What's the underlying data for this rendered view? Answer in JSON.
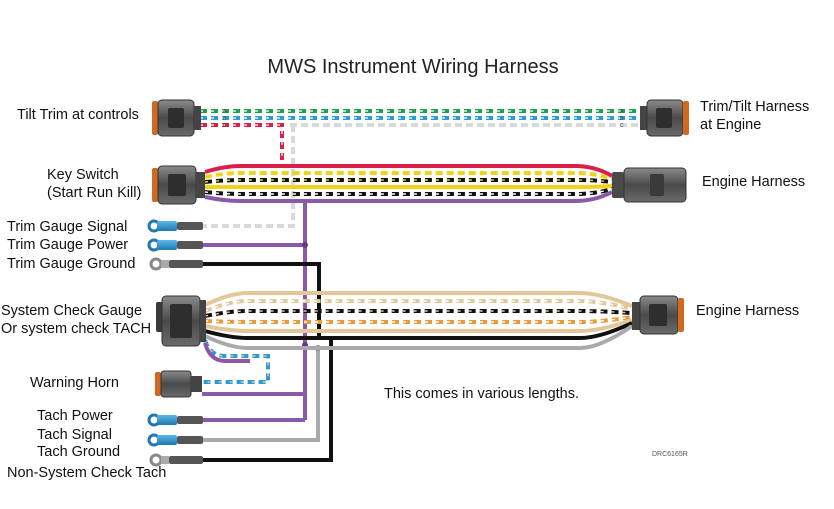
{
  "title": "MWS Instrument Wiring Harness",
  "labels": {
    "tilt_trim_controls": "Tilt Trim at controls",
    "trim_tilt_harness_line1": "Trim/Tilt Harness",
    "trim_tilt_harness_line2": "at Engine",
    "key_switch_line1": "Key Switch",
    "key_switch_line2": "(Start Run Kill)",
    "engine_harness_top": "Engine Harness",
    "trim_gauge_signal": "Trim Gauge Signal",
    "trim_gauge_power": "Trim Gauge Power",
    "trim_gauge_ground": "Trim Gauge Ground",
    "system_check_line1": "System Check Gauge",
    "system_check_line2": "Or system check TACH",
    "engine_harness_bottom": "Engine Harness",
    "warning_horn": "Warning Horn",
    "note": "This comes in various lengths.",
    "tach_power": "Tach Power",
    "tach_signal": "Tach Signal",
    "tach_ground": "Tach Ground",
    "non_system_tach": "Non-System Check Tach",
    "drawing_code": "DRC6165R"
  },
  "colors": {
    "green": "#1fa050",
    "blue": "#2a9bd6",
    "white_wire": "#e8e8e8",
    "red": "#d8204a",
    "yellow": "#f2d21a",
    "black": "#111111",
    "purple": "#8a5aa8",
    "tan": "#e2c79a",
    "orange": "#e99a3a",
    "gray": "#aaaaaa",
    "connector": "#555555",
    "seal": "#d2691e",
    "terminal": "#2a8fc8"
  }
}
